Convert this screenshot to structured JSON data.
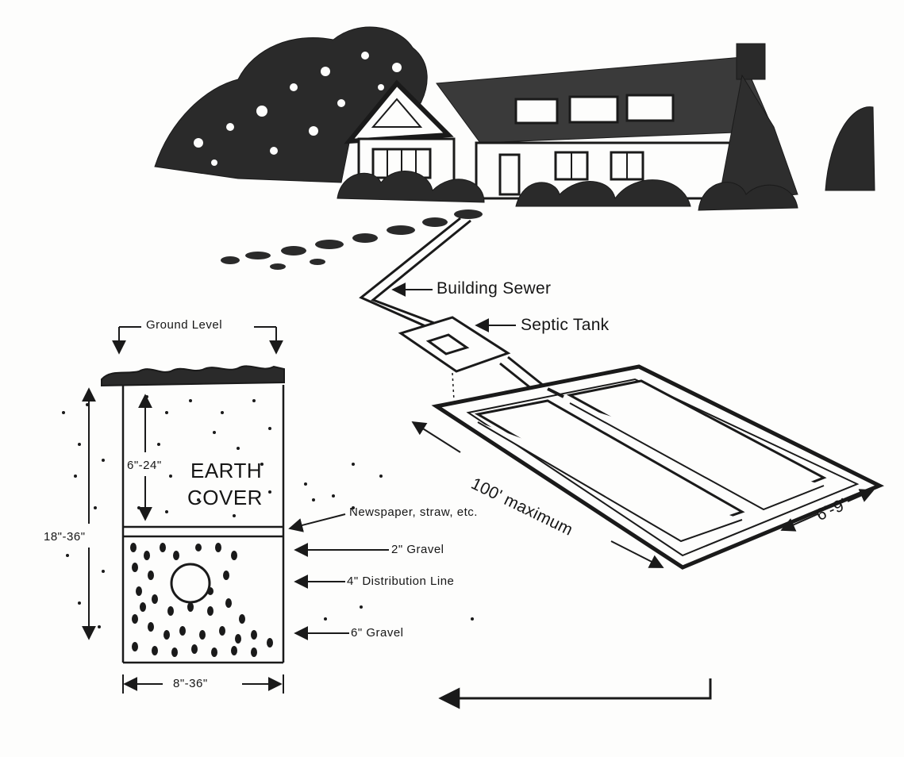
{
  "labels": {
    "building_sewer": "Building Sewer",
    "septic_tank": "Septic Tank",
    "ground_level": "Ground Level",
    "earth_line1": "EARTH",
    "earth_line2": "COVER",
    "cover_depth": "6\"-24\"",
    "total_depth": "18\"-36\"",
    "trench_width": "8\"-36\"",
    "newspaper": "Newspaper, straw, etc.",
    "gravel_top": "2\" Gravel",
    "distribution_line": "4\" Distribution Line",
    "gravel_bottom": "6\" Gravel",
    "length": "100' maximum",
    "spacing": "6'-9'"
  },
  "colors": {
    "ink": "#1a1a1a",
    "paper": "#fdfdfc"
  }
}
